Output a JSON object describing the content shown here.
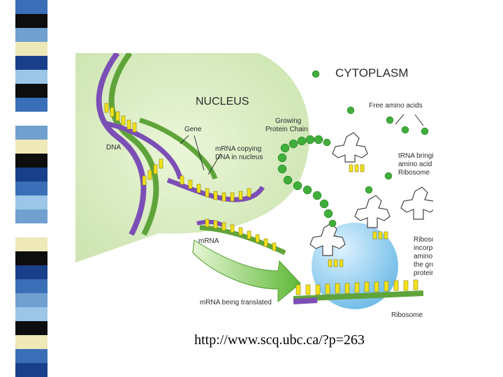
{
  "slide": {
    "source_url": "http://www.scq.ubc.ca/?p=263",
    "stripe_colors": [
      "#3a6fb8",
      "#0d0d0d",
      "#6fa0cf",
      "#efe8b8",
      "#1a3f8a",
      "#9cc6e8",
      "#ffffff"
    ]
  },
  "diagram": {
    "title_cytoplasm": "CYTOPLASM",
    "title_nucleus": "NUCLEUS",
    "labels": {
      "free_amino_acids": "Free amino acids",
      "growing_chain": [
        "Growing",
        "Protein Chain"
      ],
      "gene": "Gene",
      "dna": "DNA",
      "mrna_copying": [
        "mRNA copying",
        "DNA in nucleus"
      ],
      "trna": [
        "tRNA bringing",
        "amino acid to",
        "Ribosome"
      ],
      "mrna": "mRNA",
      "ribosome_incorporating": [
        "Ribosome",
        "incorporating",
        "amino acids into",
        "the growing",
        "protein chain"
      ],
      "mrna_translated": "mRNA being translated",
      "ribosome": "Ribosome"
    },
    "colors": {
      "nucleus": "#d6ecbf",
      "ribosome": "#8fcdf0",
      "amino_acid": "#3fae3a",
      "dna_purple": "#7b4fb6",
      "dna_green": "#5fa43a",
      "base_yellow": "#f3e21a",
      "arrow_green": "#6cc24a"
    }
  }
}
